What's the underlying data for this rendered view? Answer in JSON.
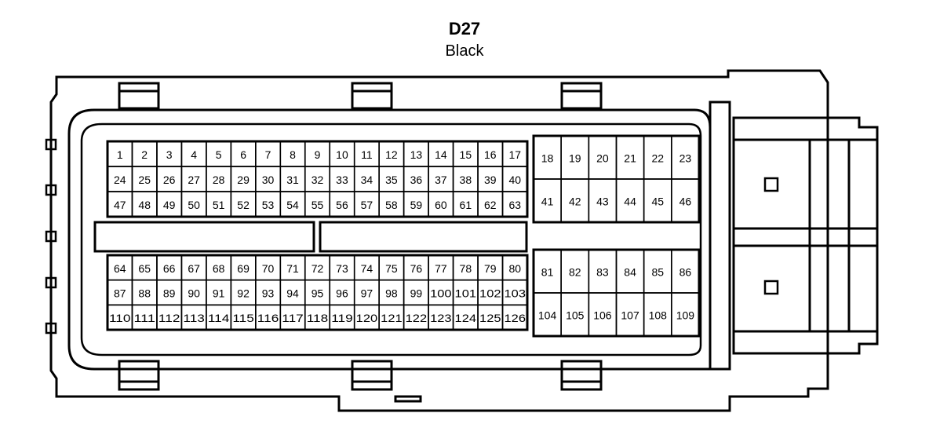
{
  "header": {
    "connector_id": "D27",
    "color_label": "Black"
  },
  "colors": {
    "stroke": "#000000",
    "background": "#ffffff"
  },
  "pins": {
    "main_upper": [
      [
        "1",
        "2",
        "3",
        "4",
        "5",
        "6",
        "7",
        "8",
        "9",
        "10",
        "11",
        "12",
        "13",
        "14",
        "15",
        "16",
        "17"
      ],
      [
        "24",
        "25",
        "26",
        "27",
        "28",
        "29",
        "30",
        "31",
        "32",
        "33",
        "34",
        "35",
        "36",
        "37",
        "38",
        "39",
        "40"
      ],
      [
        "47",
        "48",
        "49",
        "50",
        "51",
        "52",
        "53",
        "54",
        "55",
        "56",
        "57",
        "58",
        "59",
        "60",
        "61",
        "62",
        "63"
      ]
    ],
    "main_lower": [
      [
        "64",
        "65",
        "66",
        "67",
        "68",
        "69",
        "70",
        "71",
        "72",
        "73",
        "74",
        "75",
        "76",
        "77",
        "78",
        "79",
        "80"
      ],
      [
        "87",
        "88",
        "89",
        "90",
        "91",
        "92",
        "93",
        "94",
        "95",
        "96",
        "97",
        "98",
        "99",
        "100",
        "101",
        "102",
        "103"
      ],
      [
        "110",
        "111",
        "112",
        "113",
        "114",
        "115",
        "116",
        "117",
        "118",
        "119",
        "120",
        "121",
        "122",
        "123",
        "124",
        "125",
        "126"
      ]
    ],
    "side_upper": [
      [
        "18",
        "19",
        "20",
        "21",
        "22",
        "23"
      ],
      [
        "41",
        "42",
        "43",
        "44",
        "45",
        "46"
      ]
    ],
    "side_lower": [
      [
        "81",
        "82",
        "83",
        "84",
        "85",
        "86"
      ],
      [
        "104",
        "105",
        "106",
        "107",
        "108",
        "109"
      ]
    ]
  }
}
